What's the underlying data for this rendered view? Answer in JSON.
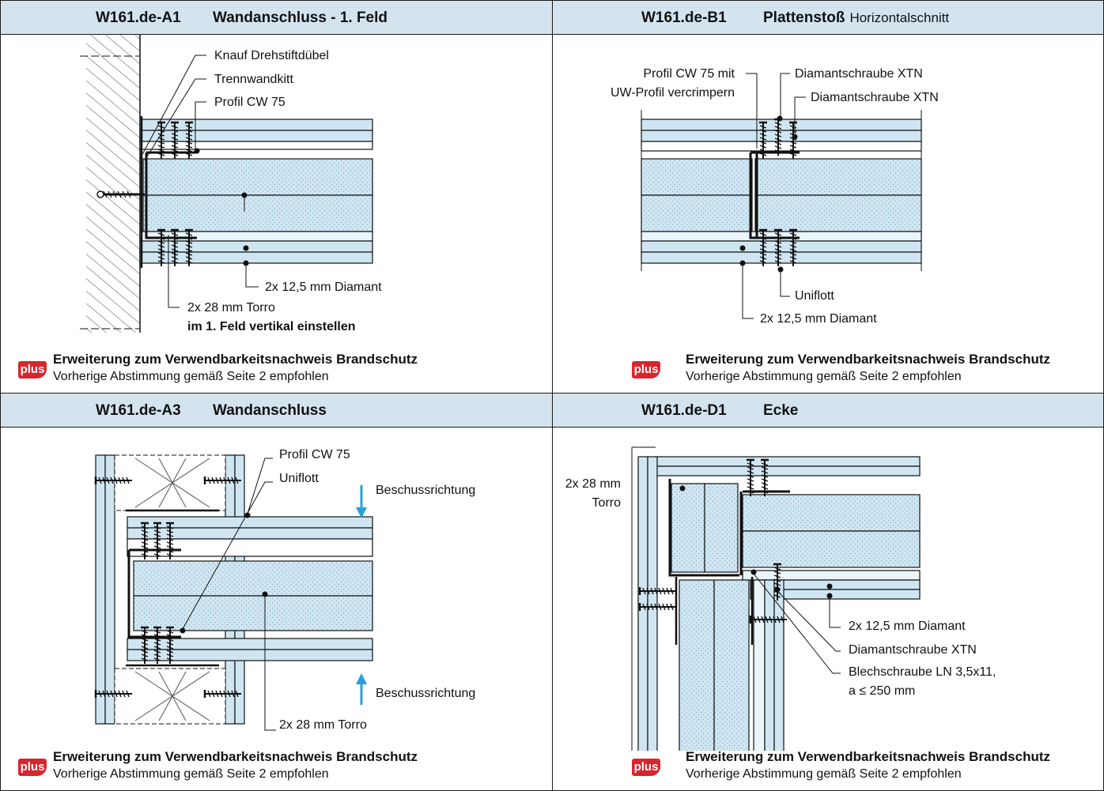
{
  "colors": {
    "header_bg": "#d3e4ef",
    "board_fill": "#cfe6f2",
    "insul_fill": "#eaf5fb",
    "plus_badge": "#d8262e",
    "arrow": "#2b9fd9"
  },
  "panels": [
    {
      "code": "W161.de-A1",
      "title": "Wandanschluss - 1. Feld",
      "subtitle": "",
      "labels": {
        "l1": "Knauf Drehstiftdübel",
        "l2": "Trennwandkitt",
        "l3": "Profil CW 75",
        "l4": "2x 12,5 mm Diamant",
        "l5": "2x 28 mm Torro",
        "l6": "im 1. Feld vertikal einstellen"
      },
      "note": {
        "badge": "plus",
        "line1": "Erweiterung zum Verwendbarkeitsnachweis Brandschutz",
        "line2": "Vorherige Abstimmung gemäß Seite 2 empfohlen"
      }
    },
    {
      "code": "W161.de-B1",
      "title": "Plattenstoß",
      "subtitle": "Horizontalschnitt",
      "labels": {
        "l1a": "Profil CW 75 mit",
        "l1b": "UW-Profil vercrimpern",
        "l2": "Diamantschraube XTN",
        "l3": "Diamantschraube XTN",
        "l4": "Uniflott",
        "l5": "2x 12,5 mm Diamant"
      },
      "note": {
        "badge": "plus",
        "line1": "Erweiterung zum Verwendbarkeitsnachweis Brandschutz",
        "line2": "Vorherige Abstimmung gemäß Seite 2 empfohlen"
      }
    },
    {
      "code": "W161.de-A3",
      "title": "Wandanschluss",
      "subtitle": "",
      "labels": {
        "l1": "Profil CW 75",
        "l2": "Uniflott",
        "l3": "Beschussrichtung",
        "l4": "Beschussrichtung",
        "l5": "2x 28 mm Torro"
      },
      "note": {
        "badge": "plus",
        "line1": "Erweiterung zum Verwendbarkeitsnachweis Brandschutz",
        "line2": "Vorherige Abstimmung gemäß Seite 2 empfohlen"
      }
    },
    {
      "code": "W161.de-D1",
      "title": "Ecke",
      "subtitle": "",
      "labels": {
        "l1a": "2x 28 mm",
        "l1b": "Torro",
        "l2": "2x 12,5 mm Diamant",
        "l3": "Diamantschraube XTN",
        "l4a": "Blechschraube LN 3,5x11,",
        "l4b": "a ≤ 250 mm"
      },
      "note": {
        "badge": "plus",
        "line1": "Erweiterung zum Verwendbarkeitsnachweis Brandschutz",
        "line2": "Vorherige Abstimmung gemäß Seite 2 empfohlen"
      }
    }
  ]
}
